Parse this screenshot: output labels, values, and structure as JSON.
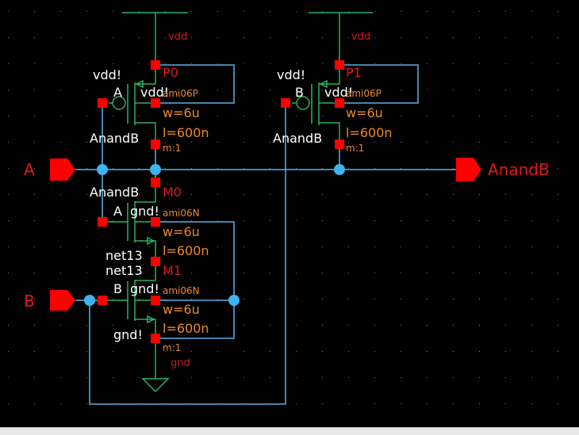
{
  "colors": {
    "background": "#000000",
    "wire": "#5ab0e8",
    "device": "#2fb060",
    "pin": "#ff0000",
    "net_label": "#ffffff",
    "property": "#e88a2a",
    "instance": "#e01818"
  },
  "pins": {
    "input_a": "A",
    "input_b": "B",
    "output": "AnandB"
  },
  "supplies": {
    "vdd_top_left": "vdd",
    "vdd_top_right": "vdd",
    "gnd_bottom": "gnd"
  },
  "p0": {
    "instance": "P0",
    "model": "ami06P",
    "w": "w=6u",
    "l": "l=600n",
    "m": "m:1",
    "source_net": "vdd!",
    "bulk_net": "vdd!",
    "gate_net": "A",
    "drain_net": "AnandB"
  },
  "p1": {
    "instance": "P1",
    "model": "ami06P",
    "w": "w=6u",
    "l": "l=600n",
    "m": "m:1",
    "source_net": "vdd!",
    "bulk_net": "vdd!",
    "gate_net": "B",
    "drain_net": "AnandB"
  },
  "m0": {
    "instance": "M0",
    "model": "ami06N",
    "w": "w=6u",
    "l": "l=600n",
    "drain_net": "AnandB",
    "gate_net": "A",
    "bulk_net": "gnd!",
    "source_net": "net13"
  },
  "m1": {
    "instance": "M1",
    "model": "ami06N",
    "w": "w=6u",
    "l": "l=600n",
    "m": "m:1",
    "drain_net": "net13",
    "gate_net": "B",
    "bulk_net": "gnd!",
    "source_net": "gnd!"
  }
}
